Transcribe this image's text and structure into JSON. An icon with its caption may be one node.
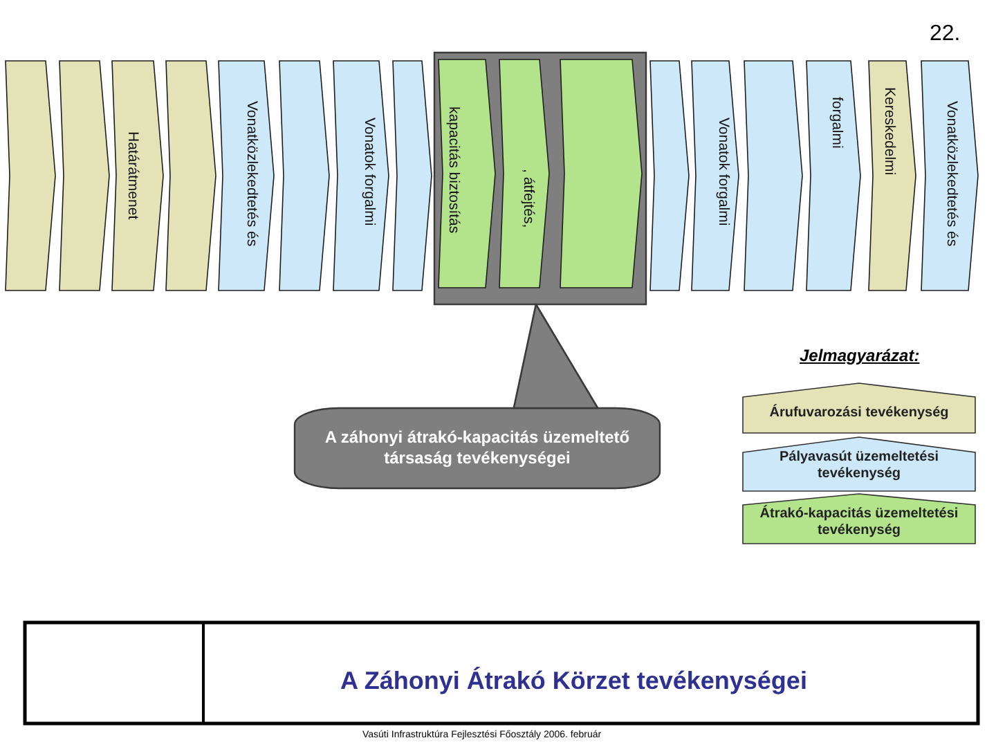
{
  "diagram": {
    "title": "A Záhonyi Átrakó Körzet tevékenységei",
    "nodes": [
      {
        "text": [],
        "shape": "chevron"
      },
      {
        "text": [],
        "shape": "chevron"
      },
      {
        "text": [
          "Határátmenet"
        ]
      },
      {
        "text": [],
        "shape": "chevron"
      },
      {
        "text": [
          "Vonatközlekedtetés és"
        ]
      },
      {
        "text": [],
        "shape": "chevron"
      },
      {
        "text": [
          "Vonatok forgalmi"
        ]
      },
      {
        "text": [],
        "shape": "chevron"
      },
      {
        "text": [],
        "shape": "box"
      },
      {
        "text": [
          "kapacitás biztosítás"
        ],
        "in": 8
      },
      {
        "text": [
          ", átfejtés,"
        ],
        "in": 8
      },
      {
        "text": [],
        "shape": "chevron",
        "in": 8
      },
      {
        "text": [],
        "shape": "chevron"
      },
      {
        "text": [
          "Vonatok forgalmi"
        ]
      },
      {
        "text": [],
        "shape": "chevron"
      },
      {
        "text": [
          "forgalmi"
        ]
      },
      {
        "text": [
          "Kereskedelmi"
        ]
      },
      {
        "text": [
          "Vonatközlekedtetés és"
        ]
      },
      {
        "text": [
          "A záhonyi átrakó-kapacitás üzemeltető társaság tevékenységei"
        ]
      }
    ],
    "edges": [
      {
        "from": 18,
        "to": 8,
        "arrow": "to",
        "style": "thick"
      }
    ],
    "labels": [
      "22.",
      "Jelmagyarázat:",
      "Vasúti Infrastruktúra Fejlesztési Főosztály 2006. február"
    ],
    "legend": [
      {
        "text": "Árufuvarozási tevékenység",
        "color": "#e3e3b7"
      },
      {
        "text": "Pályavasút üzemeltetési tevékenység",
        "color": "#cde8f9"
      },
      {
        "text": "Átrakó-kapacitás üzemeltetési tevékenység",
        "color": "#b3e38a"
      }
    ]
  }
}
